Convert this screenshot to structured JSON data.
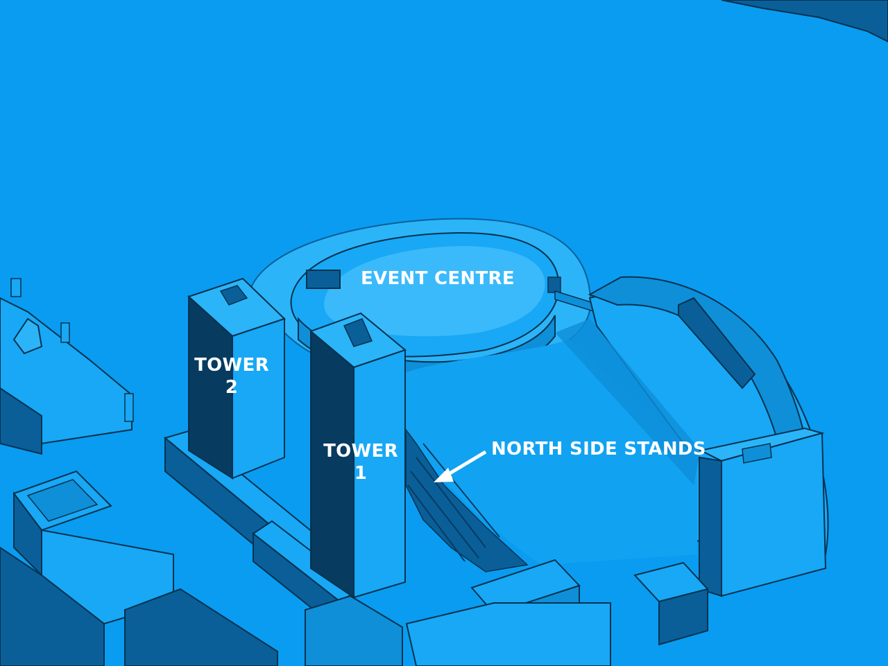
{
  "labels": {
    "event_centre": "EVENT CENTRE",
    "tower_2_line1": "TOWER",
    "tower_2_line2": "2",
    "tower_1_line1": "TOWER",
    "tower_1_line2": "1",
    "north_side_stands": "NORTH SIDE STANDS"
  },
  "colors": {
    "ground": "#0a9cf0",
    "face_light": "#18a8f5",
    "face_mid": "#0f8fd8",
    "face_dark": "#0a5f99",
    "face_darkest": "#073b60",
    "edge": "#04324f",
    "roof_highlight": "#5ac8ff",
    "label_text": "#ffffff"
  },
  "icons": {
    "pointer": "arrow-icon"
  }
}
